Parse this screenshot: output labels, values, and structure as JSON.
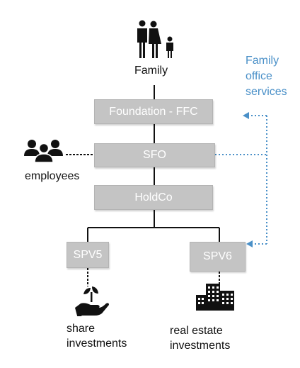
{
  "nodes": {
    "family": "Family",
    "foundation": "Foundation - FFC",
    "sfo": "SFO",
    "holdco": "HoldCo",
    "spv5": "SPV5",
    "spv6": "SPV6",
    "employees": "employees",
    "share_investments": "share investments",
    "real_estate_investments": "real estate investments"
  },
  "services_label": "Family office services",
  "colors": {
    "box_fill": "#c4c4c4",
    "box_text": "#ffffff",
    "connector": "#111111",
    "services_accent": "#4a90c8"
  },
  "icons": {
    "family": "family-icon",
    "employees": "group-icon",
    "share": "plant-in-hand-icon",
    "real_estate": "buildings-icon"
  }
}
